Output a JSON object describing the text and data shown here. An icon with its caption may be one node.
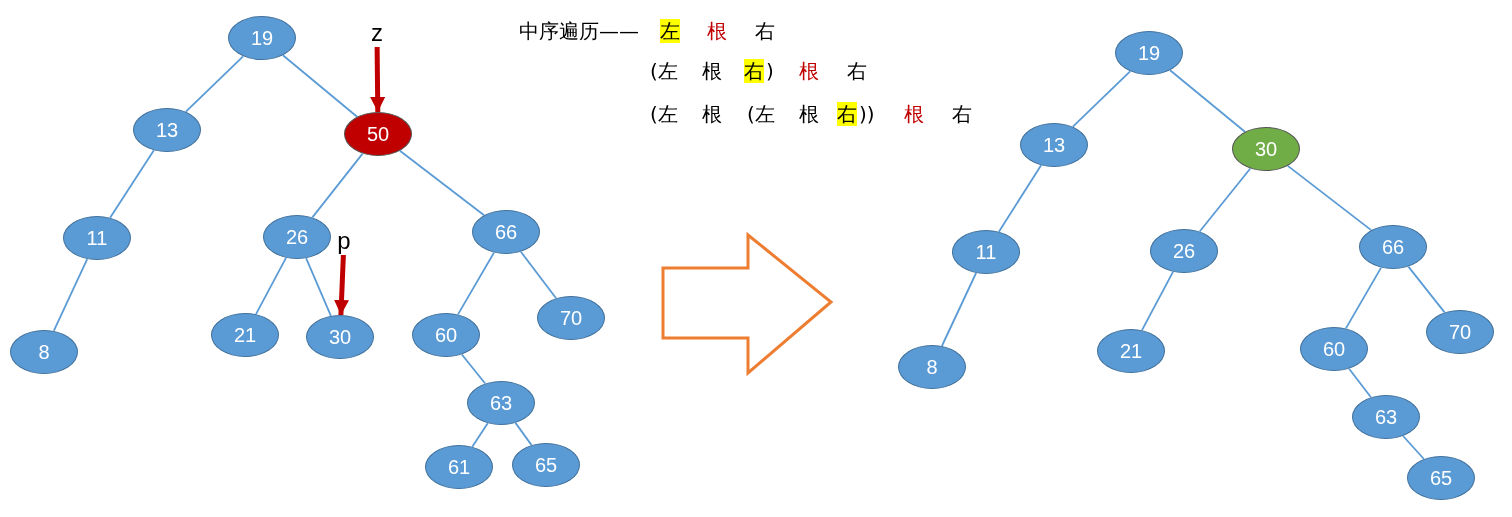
{
  "diagram": {
    "nodes": [
      {
        "text": [
          "19"
        ]
      },
      {
        "text": [
          "13"
        ]
      },
      {
        "text": [
          "50"
        ]
      },
      {
        "text": [
          "11"
        ]
      },
      {
        "text": [
          "26"
        ]
      },
      {
        "text": [
          "66"
        ]
      },
      {
        "text": [
          "8"
        ]
      },
      {
        "text": [
          "21"
        ]
      },
      {
        "text": [
          "30"
        ]
      },
      {
        "text": [
          "60"
        ]
      },
      {
        "text": [
          "70"
        ]
      },
      {
        "text": [
          "63"
        ]
      },
      {
        "text": [
          "61"
        ]
      },
      {
        "text": [
          "65"
        ]
      },
      {
        "text": [
          "z"
        ]
      },
      {
        "text": [
          "p"
        ]
      },
      {
        "text": [
          "19"
        ]
      },
      {
        "text": [
          "13"
        ]
      },
      {
        "text": [
          "30"
        ]
      },
      {
        "text": [
          "11"
        ]
      },
      {
        "text": [
          "26"
        ]
      },
      {
        "text": [
          "66"
        ]
      },
      {
        "text": [
          "8"
        ]
      },
      {
        "text": [
          "21"
        ]
      },
      {
        "text": [
          "60"
        ]
      },
      {
        "text": [
          "70"
        ]
      },
      {
        "text": [
          "63"
        ]
      },
      {
        "text": [
          "65"
        ]
      }
    ],
    "edges": [
      {
        "from": 0,
        "to": 1,
        "arrow": "none"
      },
      {
        "from": 0,
        "to": 2,
        "arrow": "none"
      },
      {
        "from": 1,
        "to": 3,
        "arrow": "none"
      },
      {
        "from": 3,
        "to": 6,
        "arrow": "none"
      },
      {
        "from": 2,
        "to": 4,
        "arrow": "none"
      },
      {
        "from": 2,
        "to": 5,
        "arrow": "none"
      },
      {
        "from": 4,
        "to": 7,
        "arrow": "none"
      },
      {
        "from": 4,
        "to": 8,
        "arrow": "none"
      },
      {
        "from": 5,
        "to": 9,
        "arrow": "none"
      },
      {
        "from": 5,
        "to": 10,
        "arrow": "none"
      },
      {
        "from": 9,
        "to": 11,
        "arrow": "none"
      },
      {
        "from": 11,
        "to": 12,
        "arrow": "none"
      },
      {
        "from": 11,
        "to": 13,
        "arrow": "none"
      },
      {
        "from": 14,
        "to": 2,
        "arrow": "to",
        "style": "thick",
        "color": "#c00000"
      },
      {
        "from": 15,
        "to": 8,
        "arrow": "to",
        "style": "thick",
        "color": "#c00000"
      },
      {
        "from": 16,
        "to": 17,
        "arrow": "none"
      },
      {
        "from": 16,
        "to": 18,
        "arrow": "none"
      },
      {
        "from": 17,
        "to": 19,
        "arrow": "none"
      },
      {
        "from": 19,
        "to": 22,
        "arrow": "none"
      },
      {
        "from": 18,
        "to": 20,
        "arrow": "none"
      },
      {
        "from": 18,
        "to": 21,
        "arrow": "none"
      },
      {
        "from": 20,
        "to": 23,
        "arrow": "none"
      },
      {
        "from": 21,
        "to": 24,
        "arrow": "none"
      },
      {
        "from": 21,
        "to": 25,
        "arrow": "none"
      },
      {
        "from": 24,
        "to": 26,
        "arrow": "none"
      },
      {
        "from": 26,
        "to": 27,
        "arrow": "none"
      }
    ],
    "labels": [
      "中序遍历——",
      "左",
      "根",
      "右",
      "(左",
      "根",
      "右",
      ")",
      "根",
      "右",
      "(左",
      "根",
      "(左",
      "根",
      "右",
      "))",
      "根",
      "右"
    ]
  }
}
